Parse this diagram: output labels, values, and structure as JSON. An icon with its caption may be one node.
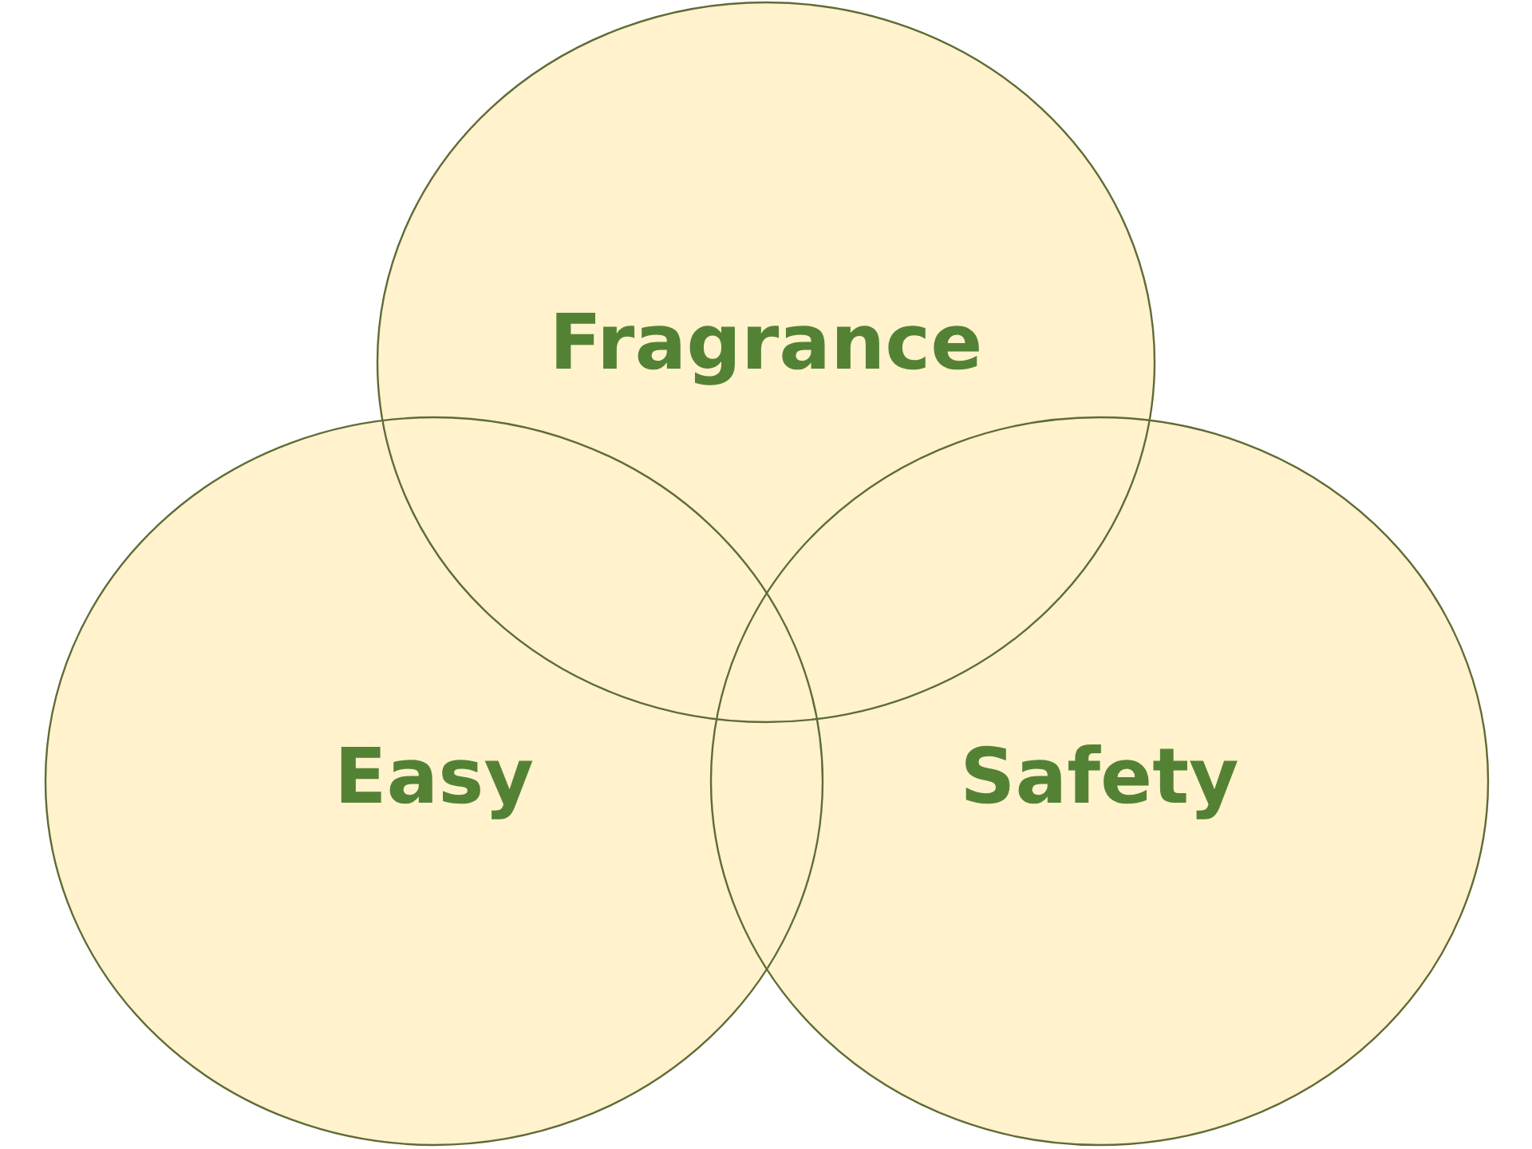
{
  "diagram": {
    "nodes": [
      {
        "text": [
          "Fragrance"
        ]
      },
      {
        "text": [
          "Easy"
        ]
      },
      {
        "text": [
          "Safety"
        ]
      }
    ]
  }
}
